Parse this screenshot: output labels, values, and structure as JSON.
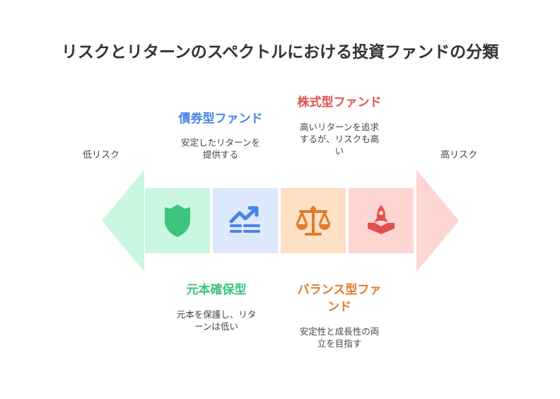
{
  "title": "リスクとリターンのスペクトルにおける投資ファンドの分類",
  "axis": {
    "low_label": "低リスク",
    "high_label": "高リスク"
  },
  "items": [
    {
      "heading": "元本確保型",
      "desc_lines": [
        "元本を保護し、リタ",
        "ーンは低い"
      ],
      "icon": "shield-icon",
      "color": "#3cc47f",
      "bg": "#c9f7df"
    },
    {
      "heading": "債券型ファンド",
      "desc_lines": [
        "安定したリターンを",
        "提供する"
      ],
      "icon": "trend-up-icon",
      "color": "#4a82e6",
      "bg": "#dde8fc"
    },
    {
      "heading_lines": [
        "バランス型ファ",
        "ンド"
      ],
      "desc_lines": [
        "安定性と成長性の両",
        "立を目指す"
      ],
      "icon": "scale-icon",
      "color": "#e07b2a",
      "bg": "#fde0c5"
    },
    {
      "heading": "株式型ファンド",
      "desc_lines": [
        "高いリターンを追求",
        "するが、リスクも高",
        "い"
      ],
      "icon": "rocket-icon",
      "color": "#e0504d",
      "bg": "#fdd5d3"
    }
  ],
  "arrow_colors": {
    "left": "#c9f7df",
    "right": "#fdd5d3"
  }
}
